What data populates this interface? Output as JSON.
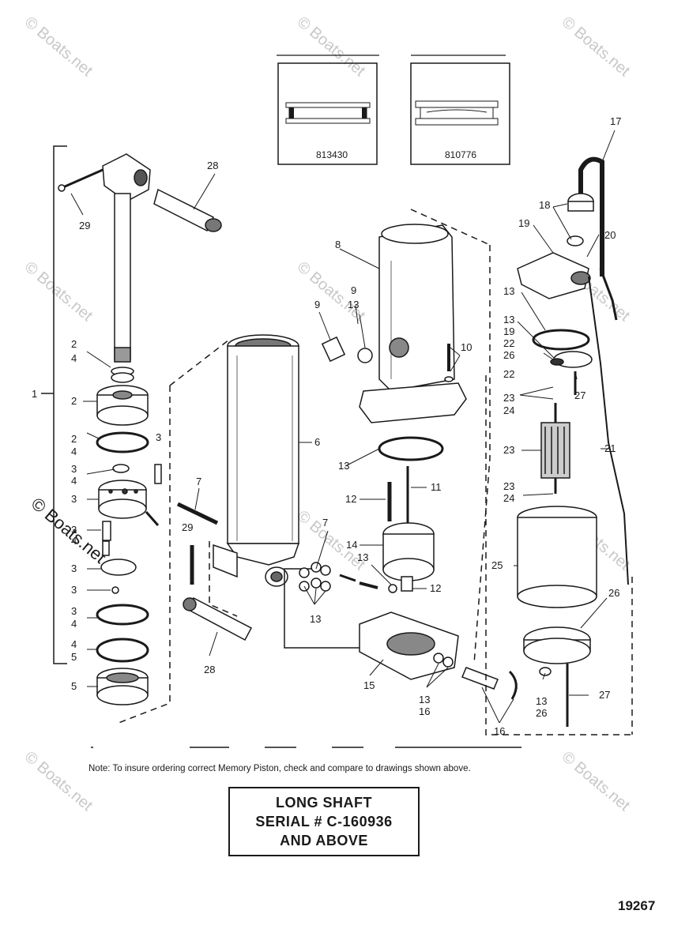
{
  "watermark": "© Boats.net",
  "inset_boxes": [
    {
      "part_no": "813430"
    },
    {
      "part_no": "810776"
    }
  ],
  "callouts": {
    "c1": "1",
    "c2a": "2",
    "c4a": "4",
    "c2b": "2",
    "c2c": "2",
    "c4b": "4",
    "c3a": "3",
    "c3b": "3",
    "c4c": "4",
    "c3c": "3",
    "c3d": "3",
    "c4d": "4",
    "c3e": "3",
    "c3f": "3",
    "c3g": "3",
    "c4e": "4",
    "c4f": "4",
    "c5a": "5",
    "c5b": "5",
    "c28a": "28",
    "c29a": "29",
    "c6": "6",
    "c7a": "7",
    "c29b": "29",
    "c28b": "28",
    "c8": "8",
    "c9a": "9",
    "c9b": "9",
    "c13a": "13",
    "c10": "10",
    "c13b": "13",
    "c12a": "12",
    "c11": "11",
    "c14": "14",
    "c7b": "7",
    "c13c": "13",
    "c12b": "12",
    "c13d": "13",
    "c15": "15",
    "c13e": "13",
    "c16a": "16",
    "c16b": "16",
    "c17": "17",
    "c18": "18",
    "c19a": "19",
    "c20": "20",
    "c13f": "13",
    "c13g": "13",
    "c19b": "19",
    "c22a": "22",
    "c26a": "26",
    "c22b": "22",
    "c27a": "27",
    "c23a": "23",
    "c24a": "24",
    "c21": "21",
    "c23b": "23",
    "c23c": "23",
    "c24b": "24",
    "c25": "25",
    "c26b": "26",
    "c13h": "13",
    "c26c": "26",
    "c27b": "27"
  },
  "note": "Note: To insure ordering correct Memory Piston, check and compare to drawings shown above.",
  "title_box": {
    "line1": "LONG SHAFT",
    "line2": "SERIAL # C-160936",
    "line3": "AND ABOVE"
  },
  "figure_number": "19267"
}
